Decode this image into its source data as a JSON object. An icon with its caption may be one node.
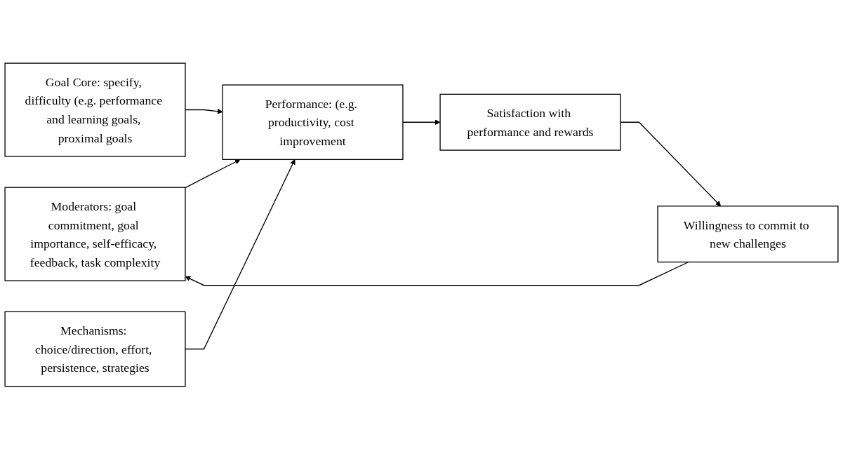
{
  "diagram": {
    "nodes": [
      {
        "text": [
          "Moderators: goal commitment, goal importance, self-efficacy, feedback, task complexity"
        ]
      },
      {
        "text": [
          "Willingness to commit to new challenges"
        ]
      },
      {
        "text": [
          "Goal Core: specify, difficulty (e.g. performance and learning goals, proximal goals"
        ]
      },
      {
        "text": [
          "Performance: (e.g. productivity, cost improvement"
        ]
      },
      {
        "text": [
          "Satisfaction with performance and rewards"
        ]
      },
      {
        "text": [
          "Mechanisms: choice/direction, effort, persistence, strategies"
        ]
      }
    ],
    "edges": [
      {
        "from": 1,
        "to": 0,
        "arrow": "to"
      },
      {
        "from": 0,
        "to": 3,
        "arrow": "to"
      },
      {
        "from": 2,
        "to": 3,
        "arrow": "to"
      },
      {
        "from": 5,
        "to": 3,
        "arrow": "to"
      },
      {
        "from": 3,
        "to": 4,
        "arrow": "to"
      },
      {
        "from": 4,
        "to": 1,
        "arrow": "to"
      }
    ]
  }
}
